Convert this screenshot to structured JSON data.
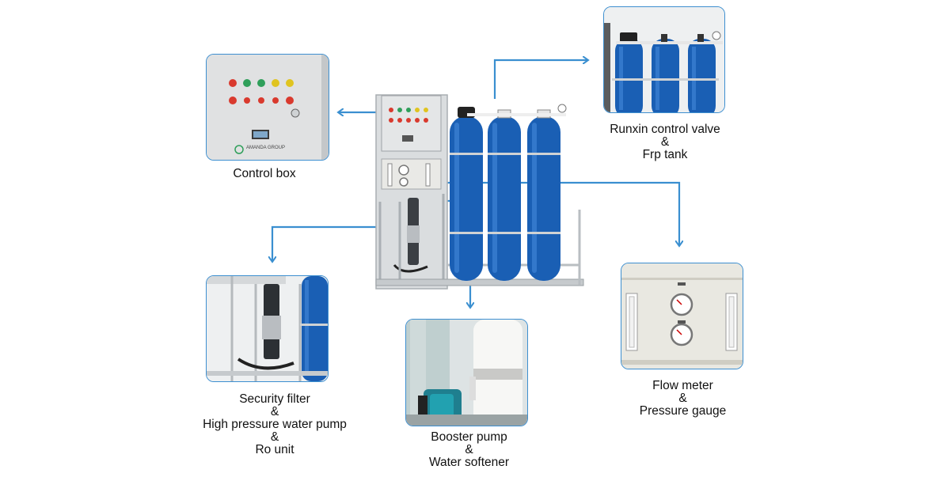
{
  "brand": {
    "panel_text": "AMANDA GROUP"
  },
  "colors": {
    "arrow": "#3a8fd0",
    "card_border": "#3d8fd0",
    "tank_blue": "#1a5fb4",
    "frame_steel": "#cfd2d4"
  },
  "callouts": {
    "control_box": {
      "lines": [
        "Control box"
      ]
    },
    "valve_tank": {
      "lines": [
        "Runxin control valve",
        "&",
        "Frp tank"
      ]
    },
    "security_filter": {
      "lines": [
        "Security filter",
        "&",
        "High pressure water pump",
        "&",
        "Ro unit"
      ]
    },
    "booster_pump": {
      "lines": [
        "Booster pump",
        "&",
        "Water softener"
      ]
    },
    "flow_meter": {
      "lines": [
        "Flow meter",
        "&",
        "Pressure gauge"
      ]
    }
  }
}
